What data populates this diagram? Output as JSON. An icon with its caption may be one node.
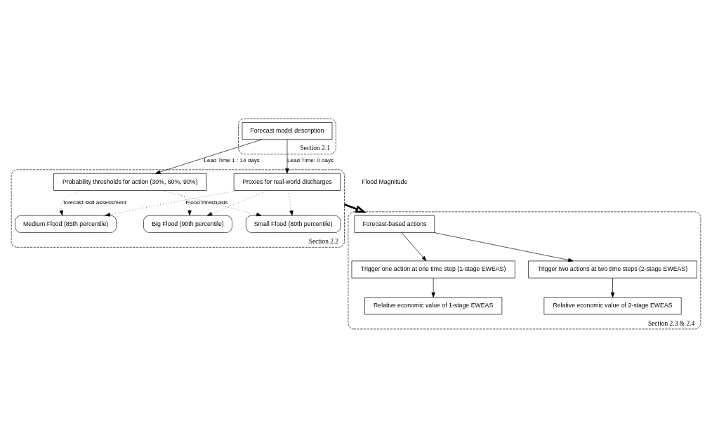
{
  "diagram": {
    "nodes": [
      {
        "text": [
          "Section 2.1"
        ]
      },
      {
        "text": [
          "Forecast model description"
        ],
        "in": 0
      },
      {
        "text": [
          "Section 2.2"
        ]
      },
      {
        "text": [
          "Proxies for real-world discharges"
        ],
        "in": 2
      },
      {
        "text": [
          "Small Flood (80th percentile)"
        ],
        "in": 2
      },
      {
        "text": [
          "Medium Flood (85th percentile)"
        ],
        "in": 2
      },
      {
        "text": [
          "Big Flood (90th percentile)"
        ],
        "in": 2
      },
      {
        "text": [
          "Probability thresholds for action (30%, 60%, 90%)"
        ],
        "in": 2
      },
      {
        "text": [
          "Section 2.3 & 2.4"
        ]
      },
      {
        "text": [
          "Forecast-based actions"
        ],
        "in": 8
      },
      {
        "text": [
          "Trigger one action at one time step (1-stage EWEAS)"
        ],
        "in": 8
      },
      {
        "text": [
          "Trigger two actions at two time steps (2-stage EWEAS)"
        ],
        "in": 8
      },
      {
        "text": [
          "Relative economic value of 1-stage EWEAS"
        ],
        "in": 8
      },
      {
        "text": [
          "Relative economic value of 2-stage EWEAS"
        ],
        "in": 8
      }
    ],
    "edges": [
      {
        "from": 1,
        "to": 3,
        "arrow": "to",
        "label": "Lead Time: 0 days"
      },
      {
        "from": 1,
        "to": 7,
        "arrow": "to",
        "label": "Lead Time 1 : 14 days"
      },
      {
        "from": 3,
        "to": 4,
        "arrow": "to",
        "style": "dashed"
      },
      {
        "from": 3,
        "to": 5,
        "arrow": "to",
        "style": "dashed",
        "label": "Flood thresholds"
      },
      {
        "from": 3,
        "to": 6,
        "arrow": "to",
        "style": "dashed"
      },
      {
        "from": 7,
        "to": 4,
        "arrow": "to",
        "style": "dashed"
      },
      {
        "from": 7,
        "to": 5,
        "arrow": "to",
        "style": "dashed",
        "label": "forecast skill assessment"
      },
      {
        "from": 7,
        "to": 6,
        "arrow": "to",
        "style": "dashed"
      },
      {
        "from": 2,
        "to": 8,
        "arrow": "to",
        "style": "thick"
      },
      {
        "from": 9,
        "to": 10,
        "arrow": "to"
      },
      {
        "from": 9,
        "to": 11,
        "arrow": "to"
      },
      {
        "from": 10,
        "to": 12,
        "arrow": "to"
      },
      {
        "from": 11,
        "to": 13,
        "arrow": "to"
      }
    ],
    "labels": [
      "Flood Magnitude"
    ]
  }
}
